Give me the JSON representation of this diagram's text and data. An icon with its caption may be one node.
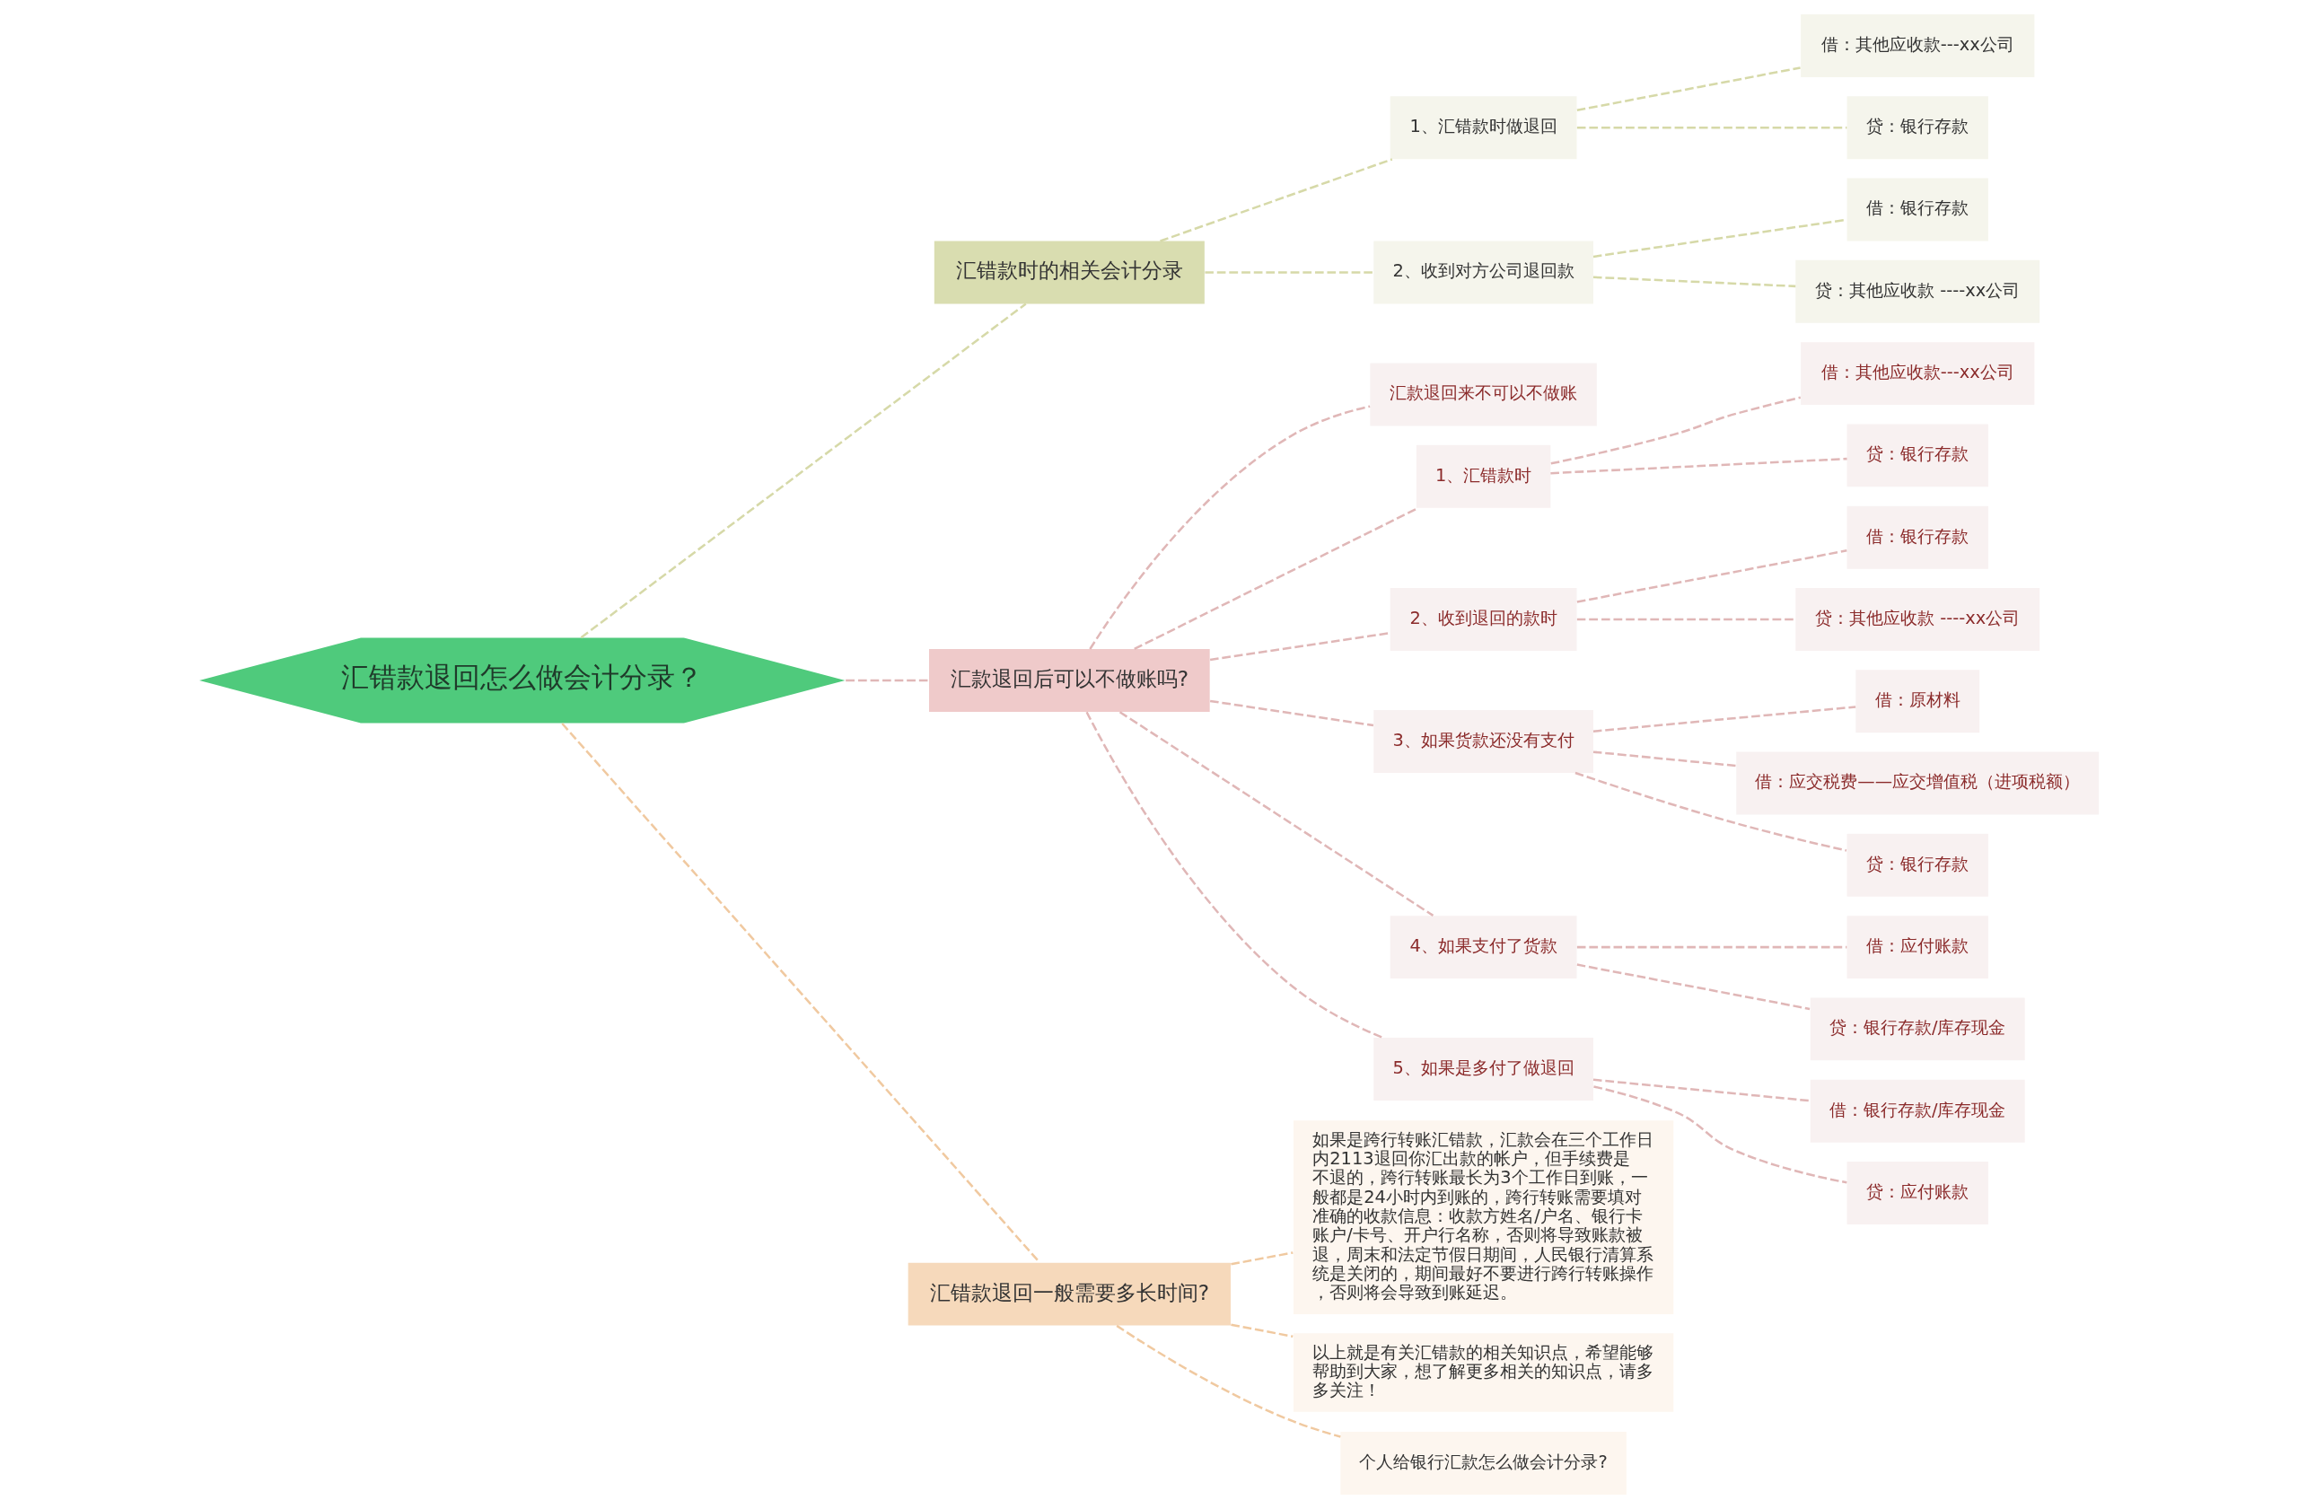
{
  "diagram": {
    "nodes": [
      {
        "text": [
          "汇错款退回怎么做会计分录？"
        ]
      },
      {
        "text": [
          "汇错款时的相关会计分录"
        ]
      },
      {
        "text": [
          "1、汇错款时做退回"
        ]
      },
      {
        "text": [
          "借：其他应收款---xx公司"
        ]
      },
      {
        "text": [
          "贷：银行存款"
        ]
      },
      {
        "text": [
          "2、收到对方公司退回款"
        ]
      },
      {
        "text": [
          "借：银行存款"
        ]
      },
      {
        "text": [
          "贷：其他应收款 ----xx公司"
        ]
      },
      {
        "text": [
          "汇款退回后可以不做账吗?"
        ]
      },
      {
        "text": [
          "汇款退回来不可以不做账"
        ]
      },
      {
        "text": [
          "1、汇错款时"
        ]
      },
      {
        "text": [
          "借：其他应收款---xx公司"
        ]
      },
      {
        "text": [
          "贷：银行存款"
        ]
      },
      {
        "text": [
          "2、收到退回的款时"
        ]
      },
      {
        "text": [
          "借：银行存款"
        ]
      },
      {
        "text": [
          "贷：其他应收款 ----xx公司"
        ]
      },
      {
        "text": [
          "3、如果货款还没有支付"
        ]
      },
      {
        "text": [
          "借：原材料"
        ]
      },
      {
        "text": [
          "借：应交税费——应交增值税（进项税额）"
        ]
      },
      {
        "text": [
          "贷：银行存款"
        ]
      },
      {
        "text": [
          "4、如果支付了货款"
        ]
      },
      {
        "text": [
          "借：应付账款"
        ]
      },
      {
        "text": [
          "贷：银行存款/库存现金"
        ]
      },
      {
        "text": [
          "5、如果是多付了做退回"
        ]
      },
      {
        "text": [
          "借：银行存款/库存现金"
        ]
      },
      {
        "text": [
          "贷：应付账款"
        ]
      },
      {
        "text": [
          "汇错款退回一般需要多长时间?"
        ]
      },
      {
        "text": [
          "如果是跨行转账汇错款，汇款会在三个工作日内2113退回你汇出款的帐户，但手续费是不退的，跨行转账最长为3个工作日到账，一般都是24小时内到账的，跨行转账需要填对准确的收款信息：收款方姓名/户名、银行卡账户/卡号、开户行名称，否则将导致账款被退，周末和法定节假日期间，人民银行清算系统是关闭的，期间最好不要进行跨行转账操作，否则将会导致到账延迟。"
        ]
      },
      {
        "text": [
          "以上就是有关汇错款的相关知识点，希望能够帮助到大家，想了解更多相关的知识点，请多多关注！"
        ]
      },
      {
        "text": [
          "个人给银行汇款怎么做会计分录?"
        ]
      }
    ],
    "edges": [
      {
        "from": 0,
        "to": 1,
        "arrow": "none",
        "style": "dashed",
        "color": "#d6d9a8"
      },
      {
        "from": 1,
        "to": 2,
        "arrow": "none",
        "style": "dashed",
        "color": "#d6d9a8"
      },
      {
        "from": 2,
        "to": 3,
        "arrow": "none",
        "style": "dashed",
        "color": "#d6d9a8"
      },
      {
        "from": 2,
        "to": 4,
        "arrow": "none",
        "style": "dashed",
        "color": "#d6d9a8"
      },
      {
        "from": 1,
        "to": 5,
        "arrow": "none",
        "style": "dashed",
        "color": "#d6d9a8"
      },
      {
        "from": 5,
        "to": 6,
        "arrow": "none",
        "style": "dashed",
        "color": "#d6d9a8"
      },
      {
        "from": 5,
        "to": 7,
        "arrow": "none",
        "style": "dashed",
        "color": "#d6d9a8"
      },
      {
        "from": 0,
        "to": 8,
        "arrow": "none",
        "style": "dashed"
      },
      {
        "from": 8,
        "to": 9,
        "arrow": "none",
        "style": "dashed"
      },
      {
        "from": 8,
        "to": 10,
        "arrow": "none",
        "style": "dashed"
      },
      {
        "from": 10,
        "to": 11,
        "arrow": "none",
        "style": "dashed"
      },
      {
        "from": 10,
        "to": 12,
        "arrow": "none",
        "style": "dashed"
      },
      {
        "from": 8,
        "to": 13,
        "arrow": "none",
        "style": "dashed"
      },
      {
        "from": 13,
        "to": 14,
        "arrow": "none",
        "style": "dashed"
      },
      {
        "from": 13,
        "to": 15,
        "arrow": "none",
        "style": "dashed"
      },
      {
        "from": 8,
        "to": 16,
        "arrow": "none",
        "style": "dashed"
      },
      {
        "from": 16,
        "to": 17,
        "arrow": "none",
        "style": "dashed"
      },
      {
        "from": 16,
        "to": 18,
        "arrow": "none",
        "style": "dashed"
      },
      {
        "from": 16,
        "to": 19,
        "arrow": "none",
        "style": "dashed"
      },
      {
        "from": 8,
        "to": 20,
        "arrow": "none",
        "style": "dashed"
      },
      {
        "from": 20,
        "to": 21,
        "arrow": "none",
        "style": "dashed"
      },
      {
        "from": 20,
        "to": 22,
        "arrow": "none",
        "style": "dashed"
      },
      {
        "from": 8,
        "to": 23,
        "arrow": "none",
        "style": "dashed"
      },
      {
        "from": 23,
        "to": 24,
        "arrow": "none",
        "style": "dashed"
      },
      {
        "from": 23,
        "to": 25,
        "arrow": "none",
        "style": "dashed"
      },
      {
        "from": 0,
        "to": 26,
        "arrow": "none",
        "style": "dashed",
        "color": "#f0c9a0"
      },
      {
        "from": 26,
        "to": 27,
        "arrow": "none",
        "style": "dashed",
        "color": "#f0c9a0"
      },
      {
        "from": 26,
        "to": 28,
        "arrow": "none",
        "style": "dashed",
        "color": "#f0c9a0"
      },
      {
        "from": 26,
        "to": 29,
        "arrow": "none",
        "style": "dashed",
        "color": "#f0c9a0"
      }
    ]
  }
}
